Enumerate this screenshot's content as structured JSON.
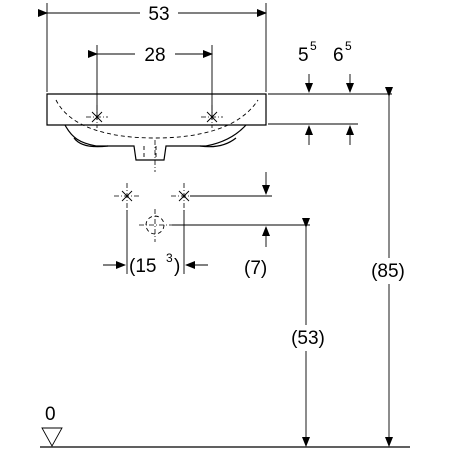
{
  "drawing": {
    "dimensions": {
      "overall_width": "53",
      "tap_hole_spacing": "28",
      "tap_hole_offset": "5",
      "tap_hole_offset_sup": "5",
      "bowl_depth": "6",
      "bowl_depth_sup": "5",
      "waste_spacing": "(15",
      "waste_spacing_sup": "3",
      "waste_spacing_close": ")",
      "waste_offset": "(7)",
      "total_height": "(85)",
      "waste_height": "(53)",
      "floor_level": "0"
    }
  }
}
